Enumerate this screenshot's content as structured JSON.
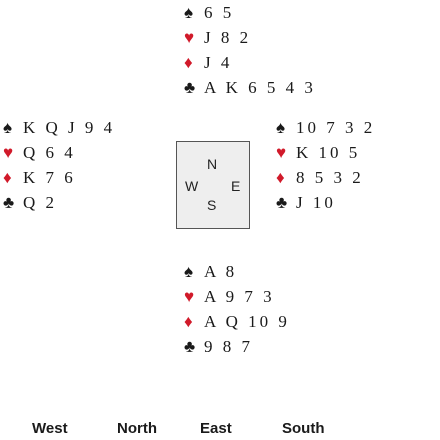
{
  "symbols": {
    "spades": "♠",
    "hearts": "♥",
    "diamonds": "♦",
    "clubs": "♣"
  },
  "colors": {
    "black_suit": "#1a1a1a",
    "red_suit": "#d11a2a",
    "compass_bg": "#eeeeee"
  },
  "hands": {
    "north": {
      "spades": "6 5",
      "hearts": "J 8 2",
      "diamonds": "J 4",
      "clubs": "A K 6 5 4 3"
    },
    "west": {
      "spades": "K Q J 9 4",
      "hearts": "Q 6 4",
      "diamonds": "K 7 6",
      "clubs": "Q 2"
    },
    "east": {
      "spades": "10 7 3 2",
      "hearts": "K 10 5",
      "diamonds": "8 5 3 2",
      "clubs": "J 10"
    },
    "south": {
      "spades": "A 8",
      "hearts": "A 9 7 3",
      "diamonds": "A Q 10 9",
      "clubs": "9 8 7"
    }
  },
  "compass": {
    "n": "N",
    "w": "W",
    "e": "E",
    "s": "S"
  },
  "bidding_header": [
    "West",
    "North",
    "East",
    "South"
  ]
}
